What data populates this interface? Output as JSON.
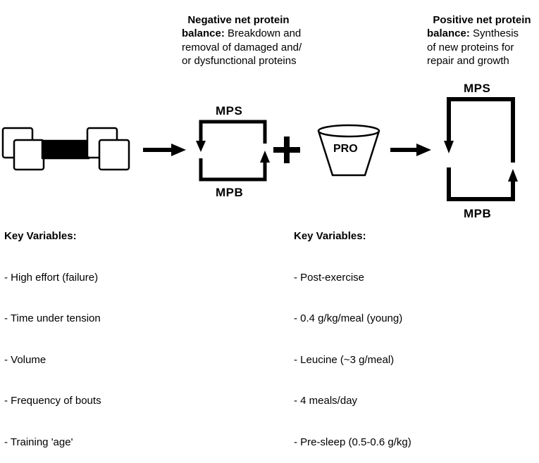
{
  "negative": {
    "heading_line1": "Negative net protein",
    "heading_line2": "balance:",
    "desc_line2": " Breakdown and",
    "desc_line3": "removal of damaged and/",
    "desc_line4": "or dysfunctional proteins"
  },
  "positive": {
    "heading_line1": "Positive net protein",
    "heading_line2": "balance:",
    "desc_line2": " Synthesis",
    "desc_line3": "of new proteins for",
    "desc_line4": "repair and growth"
  },
  "middle_cycle": {
    "top_label": "MPS",
    "bottom_label": "MPB"
  },
  "right_cycle": {
    "top_label": "MPS",
    "bottom_label": "MPB"
  },
  "protein_cup": {
    "label": "PRO"
  },
  "icons": {
    "dumbbell": "dumbbell-icon",
    "cup": "protein-cup-icon",
    "plus": "plus-icon",
    "arrow": "right-arrow-icon"
  },
  "exercise_vars": {
    "title": "Key Variables:",
    "items": [
      "- High effort (failure)",
      "- Time under tension",
      "- Volume",
      "- Frequency of bouts",
      "- Training 'age'"
    ]
  },
  "protein_vars": {
    "title": "Key Variables:",
    "items": [
      "- Post-exercise",
      "- 0.4 g/kg/meal (young)",
      "- Leucine (~3 g/meal)",
      "- 4 meals/day",
      "- Pre-sleep (0.5-0.6 g/kg)"
    ]
  }
}
